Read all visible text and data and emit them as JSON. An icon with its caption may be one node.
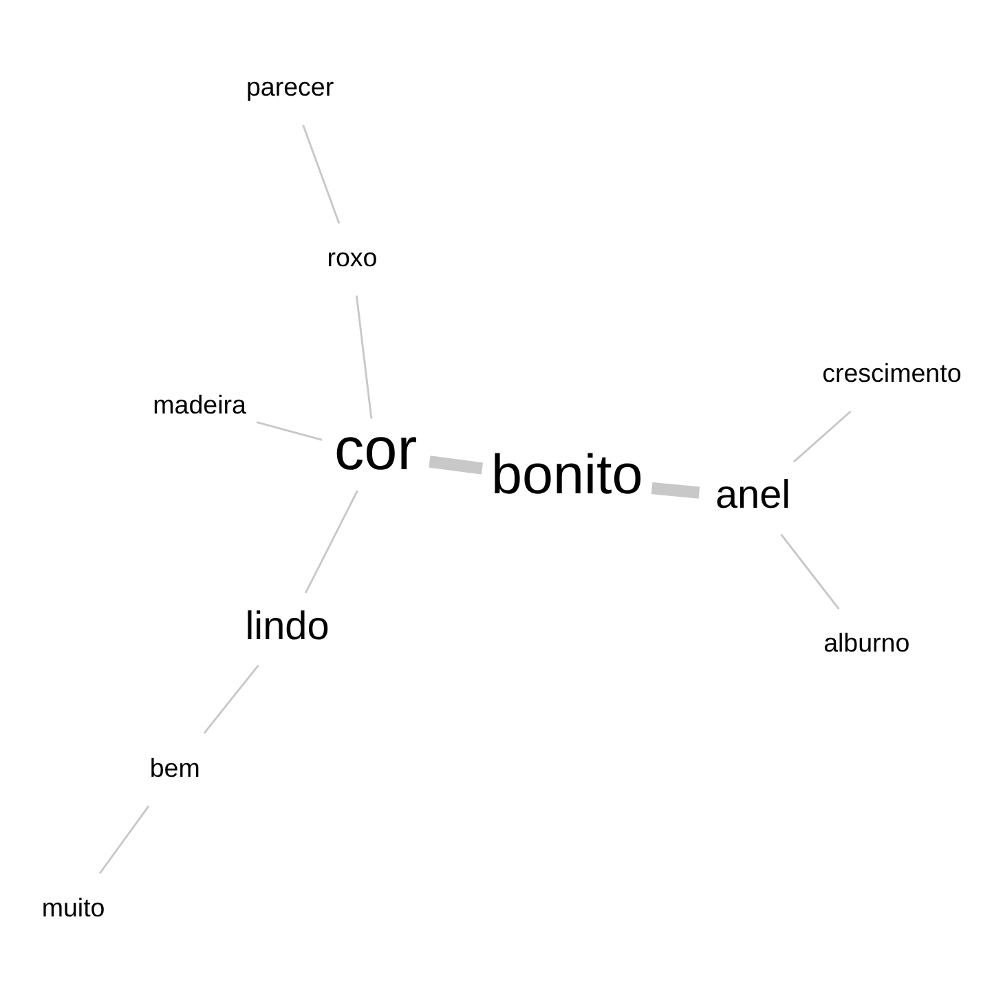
{
  "diagram": {
    "nodes": [
      {
        "text": [
          "parecer"
        ]
      },
      {
        "text": [
          "roxo"
        ]
      },
      {
        "text": [
          "madeira"
        ]
      },
      {
        "text": [
          "cor"
        ]
      },
      {
        "text": [
          "lindo"
        ]
      },
      {
        "text": [
          "bonito"
        ]
      },
      {
        "text": [
          "bem"
        ]
      },
      {
        "text": [
          "anel"
        ]
      },
      {
        "text": [
          "alburno"
        ]
      },
      {
        "text": [
          "muito"
        ]
      },
      {
        "text": [
          "crescimento"
        ]
      }
    ],
    "edges": [
      {
        "from": 3,
        "to": 2,
        "arrow": "none"
      },
      {
        "from": 3,
        "to": 1,
        "arrow": "none"
      },
      {
        "from": 1,
        "to": 0,
        "arrow": "none"
      },
      {
        "from": 3,
        "to": 4,
        "arrow": "none"
      },
      {
        "from": 4,
        "to": 6,
        "arrow": "none"
      },
      {
        "from": 6,
        "to": 9,
        "arrow": "none"
      },
      {
        "from": 3,
        "to": 5,
        "arrow": "none",
        "style": "thick"
      },
      {
        "from": 5,
        "to": 7,
        "arrow": "none",
        "style": "thick"
      },
      {
        "from": 7,
        "to": 8,
        "arrow": "none"
      },
      {
        "from": 7,
        "to": 10,
        "arrow": "none"
      }
    ]
  }
}
